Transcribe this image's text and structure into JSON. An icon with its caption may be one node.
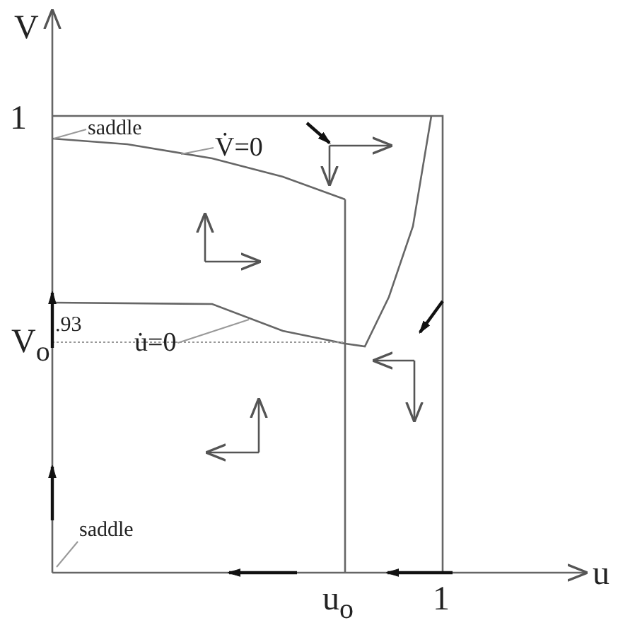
{
  "diagram": {
    "nodes": [
      {
        "text": [
          "saddle"
        ]
      },
      {
        "text": [
          "V̇=0"
        ]
      },
      {
        "text": [
          "u̇=0"
        ]
      },
      {
        "text": [
          "saddle"
        ]
      }
    ],
    "edges": [
      {
        "from": 0,
        "to": null,
        "arrow": "none"
      },
      {
        "from": 1,
        "to": null,
        "arrow": "none"
      },
      {
        "from": 2,
        "to": null,
        "arrow": "none"
      },
      {
        "from": 3,
        "to": null,
        "arrow": "none"
      }
    ],
    "labels": [
      "V",
      "1",
      ".93",
      "V$_{o}$",
      "u$_{o}$",
      "1",
      "u"
    ]
  }
}
